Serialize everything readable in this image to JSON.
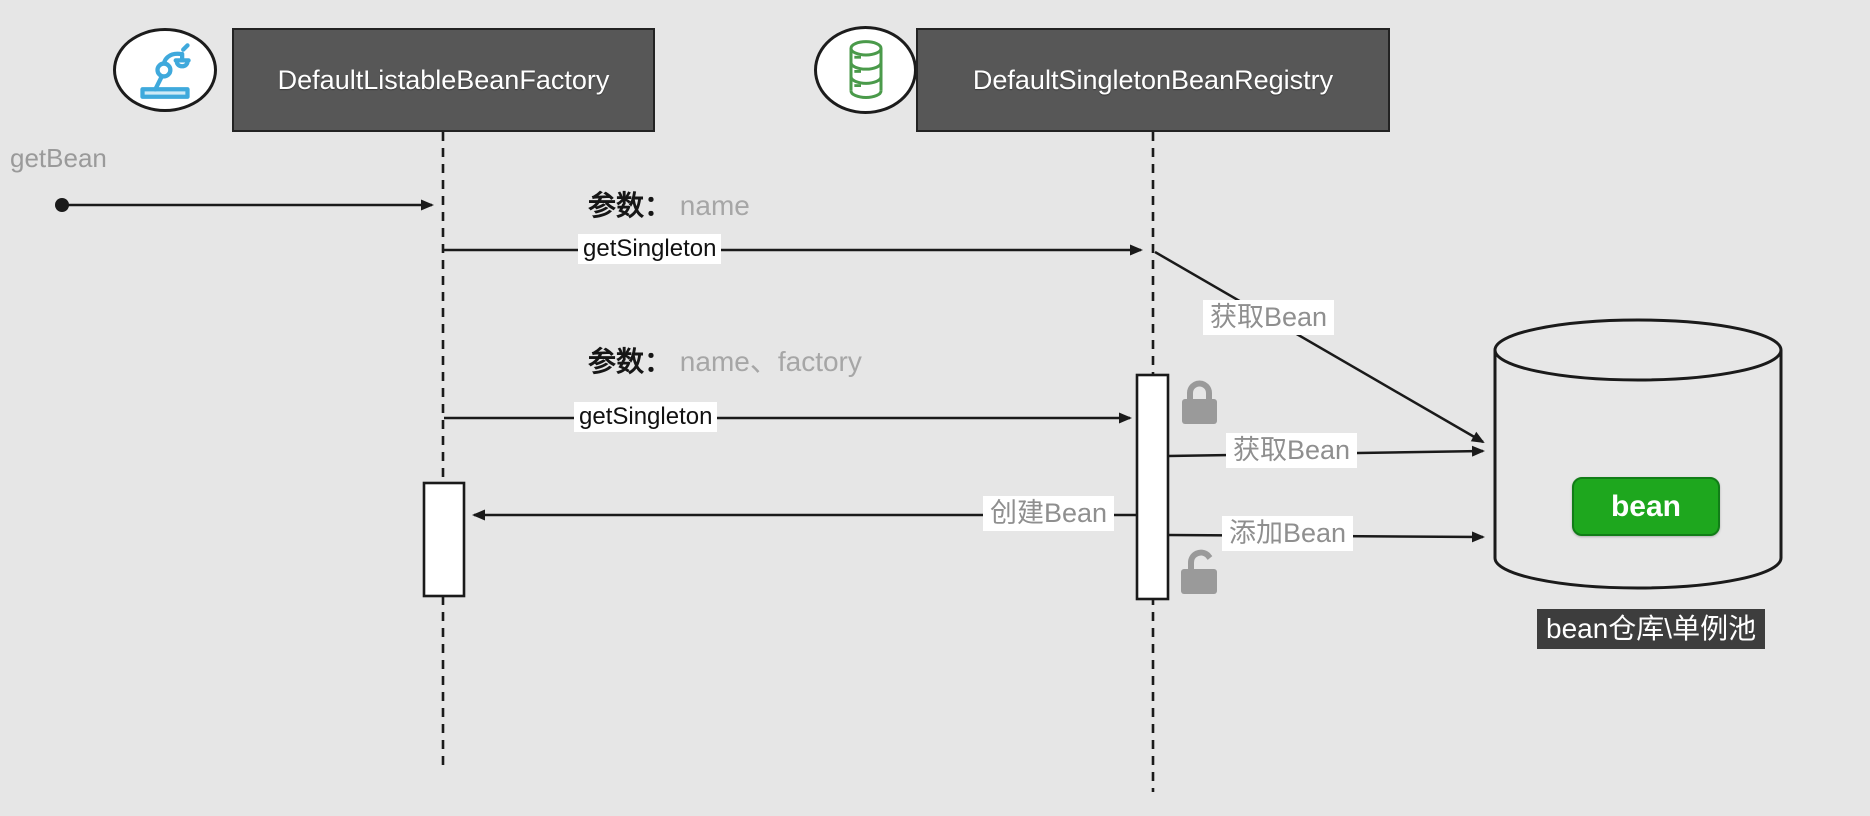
{
  "diagram": {
    "actors": [
      {
        "name": "DefaultListableBeanFactory",
        "icon": "robot-arm-icon"
      },
      {
        "name": "DefaultSingletonBeanRegistry",
        "icon": "database-icon"
      }
    ],
    "start_message": {
      "label": "getBean"
    },
    "messages": [
      {
        "params_key": "参数：",
        "params_value": "name",
        "method": "getSingleton"
      },
      {
        "params_key": "参数：",
        "params_value": "name、factory",
        "method": "getSingleton"
      }
    ],
    "actions": {
      "fetch_bean_diagonal": "获取Bean",
      "fetch_bean_horizontal": "获取Bean",
      "create_bean": "创建Bean",
      "add_bean": "添加Bean"
    },
    "locks": [
      "locked",
      "unlocked"
    ],
    "datastore": {
      "item_label": "bean",
      "caption": "bean仓库\\单例池"
    },
    "colors": {
      "background": "#e6e6e6",
      "header_fill": "#575757",
      "header_text": "#ffffff",
      "line": "#1a1a1a",
      "muted_text": "#9a9a9a",
      "label_bg": "#ffffff",
      "lock_gray": "#9a9a9a",
      "robot_blue": "#3fa9dc",
      "database_green": "#4a9a4a",
      "bean_green": "#1ea71e",
      "caption_bg": "#3d3d3d"
    }
  }
}
